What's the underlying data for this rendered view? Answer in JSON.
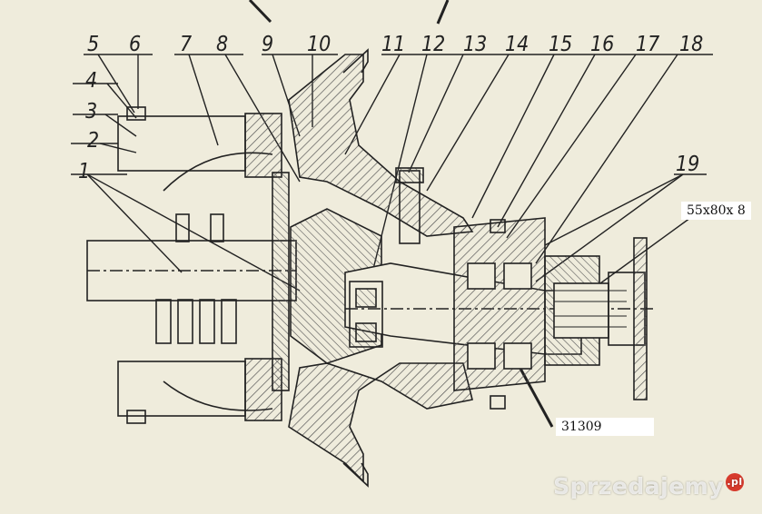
{
  "part_numbers": [
    "1",
    "2",
    "3",
    "4",
    "5",
    "6",
    "7",
    "8",
    "9",
    "10",
    "11",
    "12",
    "13",
    "14",
    "15",
    "16",
    "17",
    "18",
    "19"
  ],
  "seal_label": "55x80x 8",
  "bearing_label": "31309",
  "watermark": {
    "text": "Sprzedajemy",
    "badge": ".pl"
  },
  "colors": {
    "paper": "#efecdc",
    "ink": "#222222",
    "hatch": "#555555"
  }
}
